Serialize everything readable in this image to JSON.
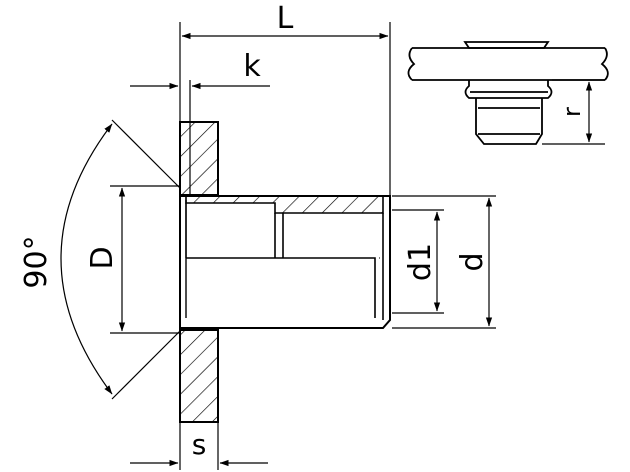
{
  "labels": {
    "L": "L",
    "k": "k",
    "D": "D",
    "d1": "d1",
    "d": "d",
    "s": "s",
    "r": "r",
    "angle": "90°"
  },
  "colors": {
    "line": "#000000",
    "background": "#ffffff"
  }
}
